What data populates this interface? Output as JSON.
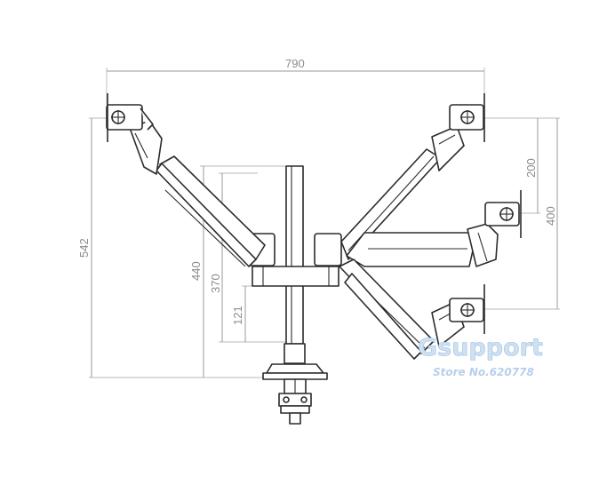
{
  "dimensions": {
    "width_total": "790",
    "height_total": "542",
    "pole_height": "440",
    "arm_height": "370",
    "clamp_height": "121",
    "right_spacing_upper": "200",
    "right_spacing_total": "400"
  },
  "watermark": {
    "brand": "Gsupport",
    "store": "Store No.620778"
  },
  "colors": {
    "line": "#2b2b2b",
    "dimension": "#9a9a9a",
    "watermark": "#9fc0e3"
  }
}
